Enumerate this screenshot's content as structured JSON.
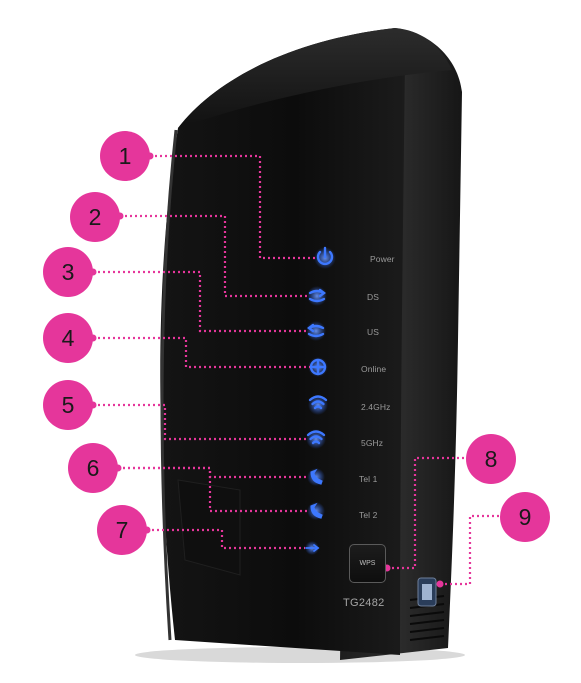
{
  "device": {
    "model": "TG2482",
    "wps_button_label": "WPS"
  },
  "indicators": [
    {
      "label": "Power",
      "icon": "power-icon"
    },
    {
      "label": "DS",
      "icon": "downstream-icon"
    },
    {
      "label": "US",
      "icon": "upstream-icon"
    },
    {
      "label": "Online",
      "icon": "online-globe-icon"
    },
    {
      "label": "2.4GHz",
      "icon": "wifi-icon"
    },
    {
      "label": "5GHz",
      "icon": "wifi-icon"
    },
    {
      "label": "Tel 1",
      "icon": "phone-icon"
    },
    {
      "label": "Tel 2",
      "icon": "phone-icon"
    }
  ],
  "callouts": [
    "1",
    "2",
    "3",
    "4",
    "5",
    "6",
    "7",
    "8",
    "9"
  ],
  "colors": {
    "callout": "#e5369b",
    "led": "#2f6bff",
    "body": "#111111"
  }
}
